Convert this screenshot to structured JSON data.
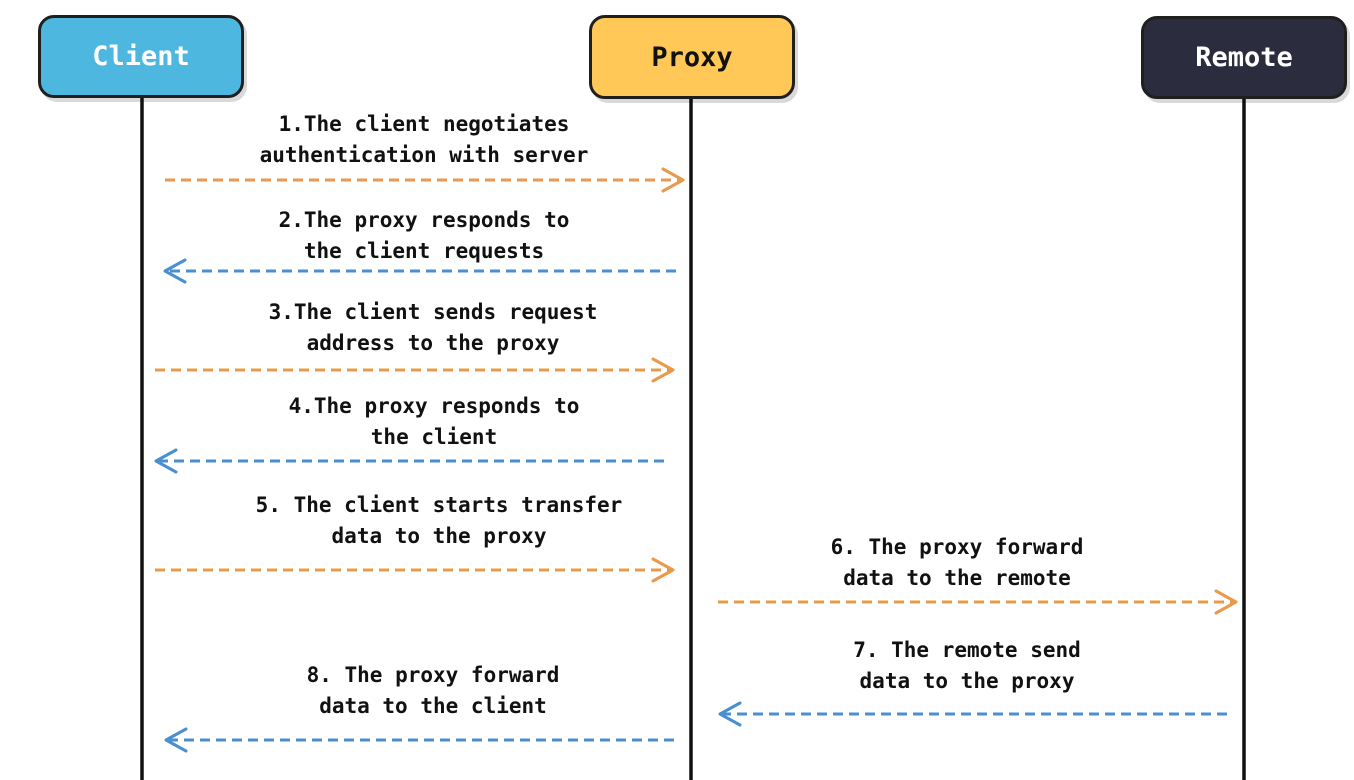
{
  "actors": {
    "client": {
      "label": "Client",
      "fill": "#4db7e0",
      "text": "#ffffff"
    },
    "proxy": {
      "label": "Proxy",
      "fill": "#ffc857",
      "text": "#111111"
    },
    "remote": {
      "label": "Remote",
      "fill": "#2c2c3f",
      "text": "#ffffff"
    }
  },
  "colors": {
    "request": "#e89a4a",
    "response": "#4a8fd0",
    "lifeline": "#111111"
  },
  "messages": [
    {
      "lines": [
        "1.The client negotiates",
        "authentication with server"
      ],
      "from": "client",
      "to": "proxy",
      "kind": "request"
    },
    {
      "lines": [
        "2.The proxy responds to",
        "the client requests"
      ],
      "from": "proxy",
      "to": "client",
      "kind": "response"
    },
    {
      "lines": [
        "3.The client sends request",
        "address to the proxy"
      ],
      "from": "client",
      "to": "proxy",
      "kind": "request"
    },
    {
      "lines": [
        "4.The proxy responds to",
        "the client"
      ],
      "from": "proxy",
      "to": "client",
      "kind": "response"
    },
    {
      "lines": [
        "5. The client starts transfer",
        "data to the proxy"
      ],
      "from": "client",
      "to": "proxy",
      "kind": "request"
    },
    {
      "lines": [
        "6. The proxy forward",
        "data to the remote"
      ],
      "from": "proxy",
      "to": "remote",
      "kind": "request"
    },
    {
      "lines": [
        "7. The remote send",
        "data to the proxy"
      ],
      "from": "remote",
      "to": "proxy",
      "kind": "response"
    },
    {
      "lines": [
        "8. The proxy forward",
        "data to the client"
      ],
      "from": "proxy",
      "to": "client",
      "kind": "response"
    }
  ]
}
